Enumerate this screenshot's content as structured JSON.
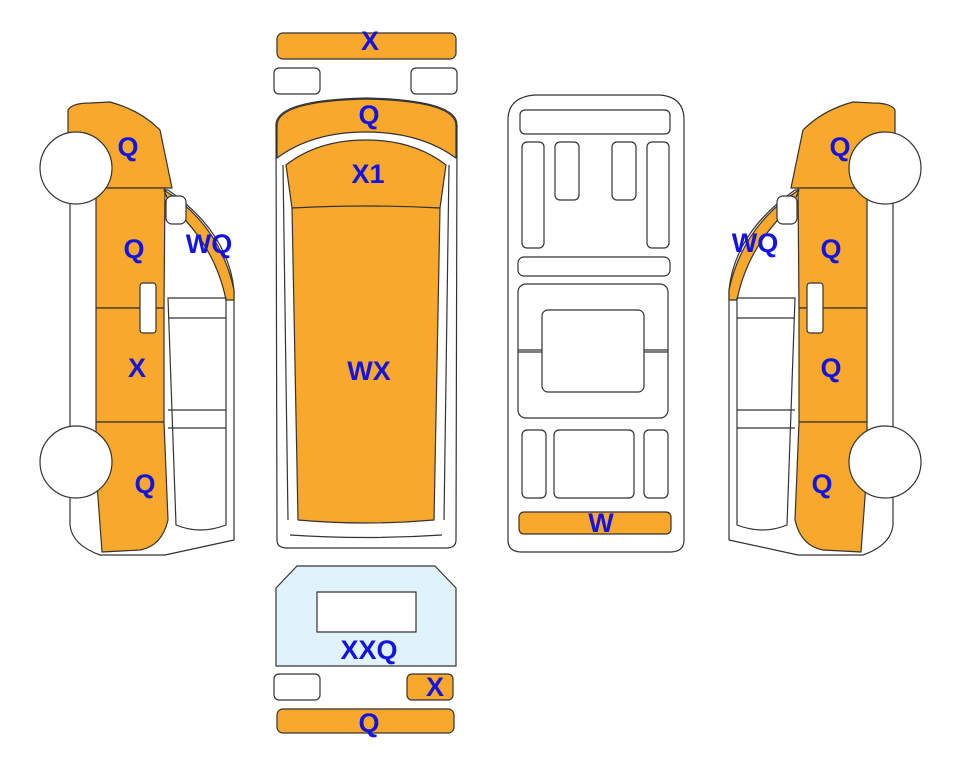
{
  "colors": {
    "damaged": "#F8A82D",
    "glass_marked": "#E0F3FA",
    "unmarked": "#FFFFFF",
    "outline": "#333333",
    "label": "#1414E0"
  },
  "labels": {
    "front_bumper": "X",
    "hood": "Q",
    "windshield_frame": "X1",
    "roof": "WX",
    "rear_step": "W",
    "rear_window": "XXQ",
    "rear_light_right": "X",
    "rear_bumper": "Q",
    "left_front_fender": "Q",
    "left_front_door": "Q",
    "left_mirror": "WQ",
    "left_sliding_door": "X",
    "left_rear_panel": "Q",
    "right_front_fender": "Q",
    "right_front_door": "Q",
    "right_mirror": "WQ",
    "right_sliding_door": "Q",
    "right_rear_panel": "Q"
  }
}
